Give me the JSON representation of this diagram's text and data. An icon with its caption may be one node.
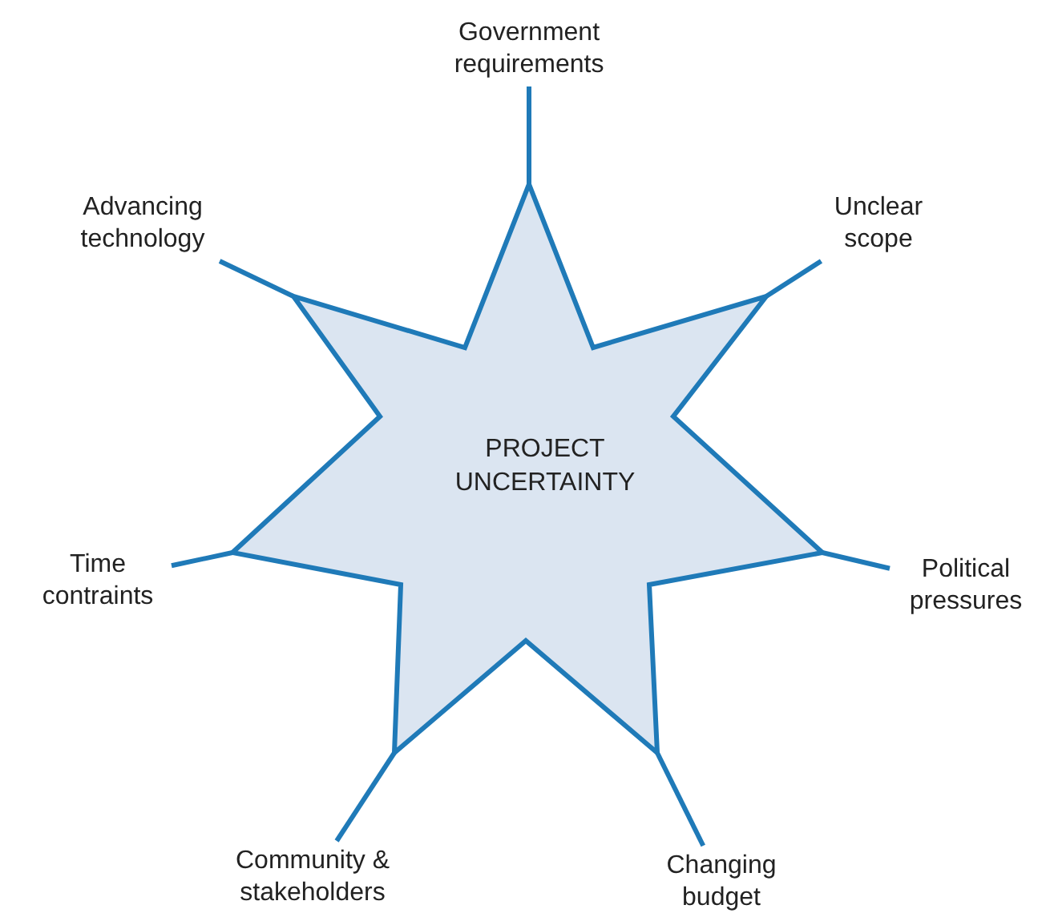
{
  "diagram": {
    "nodes": [
      {
        "text": [
          "PROJECT UNCERTAINTY"
        ]
      },
      {
        "text": [
          "Government requirements"
        ]
      },
      {
        "text": [
          "Advancing technology"
        ]
      },
      {
        "text": [
          "Unclear scope"
        ]
      },
      {
        "text": [
          "Time contraints"
        ]
      },
      {
        "text": [
          "Political pressures"
        ]
      },
      {
        "text": [
          "Community & stakeholders"
        ]
      },
      {
        "text": [
          "Changing budget"
        ]
      }
    ],
    "edges": [
      {
        "from": 0,
        "to": 1,
        "arrow": "none"
      },
      {
        "from": 0,
        "to": 2,
        "arrow": "none"
      },
      {
        "from": 0,
        "to": 3,
        "arrow": "none"
      },
      {
        "from": 0,
        "to": 4,
        "arrow": "none"
      },
      {
        "from": 0,
        "to": 5,
        "arrow": "none"
      },
      {
        "from": 0,
        "to": 6,
        "arrow": "none"
      },
      {
        "from": 0,
        "to": 7,
        "arrow": "none"
      }
    ]
  }
}
